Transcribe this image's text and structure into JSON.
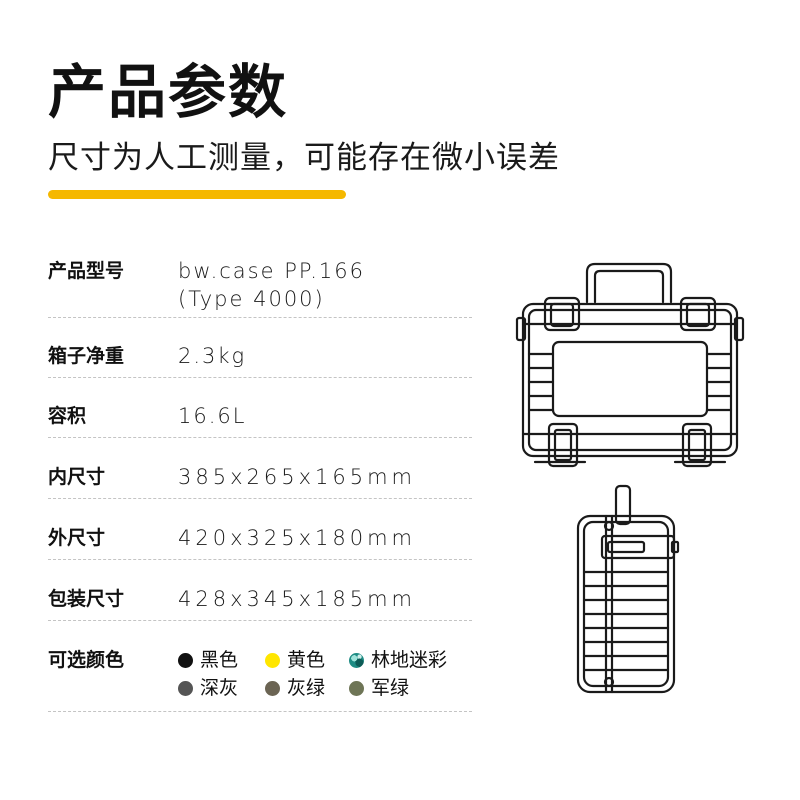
{
  "header": {
    "title": "产品参数",
    "subtitle": "尺寸为人工测量，可能存在微小误差",
    "accent_color": "#F5B800"
  },
  "specs": [
    {
      "label": "产品型号",
      "value": "bw.case PP.166",
      "value_line2": "(Type 4000)"
    },
    {
      "label": "箱子净重",
      "value": "2.3kg"
    },
    {
      "label": "容积",
      "value": "16.6L"
    },
    {
      "label": "内尺寸",
      "value": "385x265x165mm"
    },
    {
      "label": "外尺寸",
      "value": "420x325x180mm"
    },
    {
      "label": "包装尺寸",
      "value": "428x345x185mm"
    }
  ],
  "colors": {
    "label": "可选颜色",
    "options": [
      {
        "name": "黑色",
        "color": "#111111"
      },
      {
        "name": "黄色",
        "color": "#FFE600"
      },
      {
        "name": "林地迷彩",
        "color": "#1E8C84"
      },
      {
        "name": "深灰",
        "color": "#555555"
      },
      {
        "name": "灰绿",
        "color": "#6B6453"
      },
      {
        "name": "军绿",
        "color": "#6E7556"
      }
    ]
  },
  "illustrations": {
    "front_icon": "case-front-illustration",
    "side_icon": "case-side-illustration"
  }
}
